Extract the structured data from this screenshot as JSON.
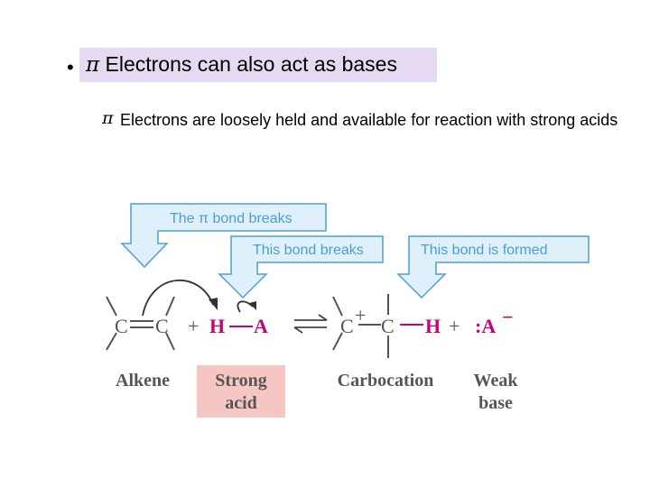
{
  "slide": {
    "bullet": "•",
    "heading_pi": "π",
    "heading_text": " Electrons can also act as bases",
    "sub_pi": "π",
    "sub_text": "Electrons are loosely held and available for reaction with strong acids"
  },
  "diagram": {
    "callout_pi_bond": "The π bond breaks",
    "callout_bond_breaks": "This bond breaks",
    "callout_bond_formed": "This bond is formed",
    "reactant_c1": "C",
    "reactant_c2": "C",
    "plus1": "+",
    "acid_h": "H",
    "acid_a": "A",
    "product_c1": "C",
    "cation_charge": "+",
    "product_c2": "C",
    "product_h": "H",
    "plus2": "+",
    "base_a": ":A",
    "anion_charge": "−",
    "label_alkene": "Alkene",
    "label_strong": "Strong",
    "label_acid": "acid",
    "label_carbocation": "Carbocation",
    "label_weak": "Weak",
    "label_base": "base"
  },
  "colors": {
    "callout_fill": "#dff0fa",
    "callout_stroke": "#4a9fd6",
    "highlight_box": "#f5c6c2",
    "heading_highlight": "#e6d9f2",
    "magenta": "#c8007a",
    "structure_gray": "#555555"
  }
}
